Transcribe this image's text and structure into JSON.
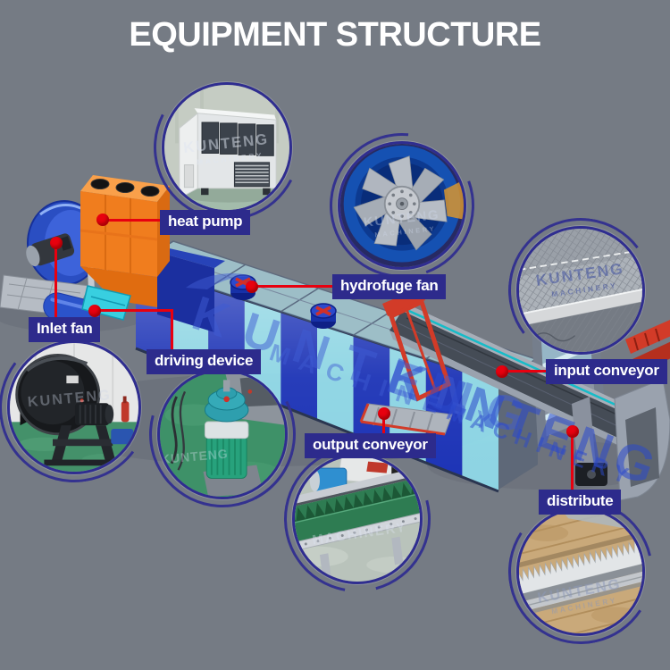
{
  "title": "EQUIPMENT STRUCTURE",
  "brand_watermark": {
    "name": "KUNTENG",
    "sub": "MACHINERY"
  },
  "callouts": [
    {
      "id": "heat-pump",
      "label": "heat pump"
    },
    {
      "id": "hydrofuge-fan",
      "label": "hydrofuge fan"
    },
    {
      "id": "inlet-fan",
      "label": "Inlet fan"
    },
    {
      "id": "driving-device",
      "label": "driving device"
    },
    {
      "id": "input-conveyor",
      "label": "input conveyor"
    },
    {
      "id": "output-conveyor",
      "label": "output conveyor"
    },
    {
      "id": "distribute",
      "label": "distribute"
    }
  ],
  "colors": {
    "background": "#757b84",
    "title_text": "#ffffff",
    "label_background": "#2d2b8c",
    "label_text": "#ffffff",
    "connector_red": "#e8000f",
    "circle_ring_navy": "#2f2d90",
    "machine_orange": "#f07d1e",
    "machine_blue": "#1c33b6",
    "machine_cyan": "#8fdceb",
    "watermark_blue": "#3f5cd4"
  }
}
